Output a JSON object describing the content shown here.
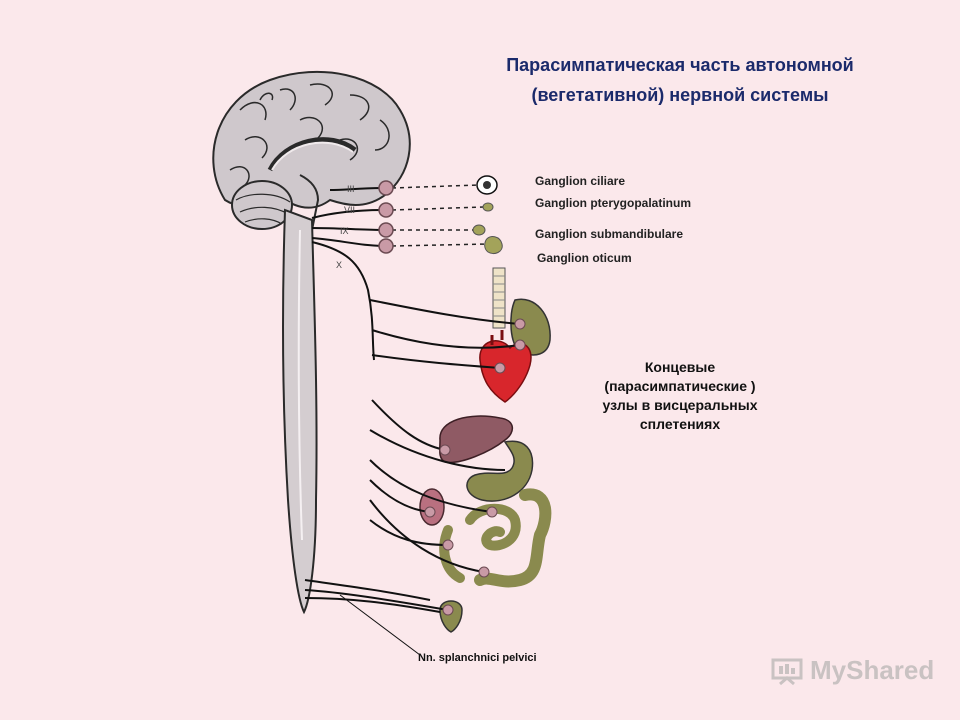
{
  "title": {
    "line1": "Парасимпатическая часть автономной",
    "line2": "(вегетативной) нервной системы"
  },
  "nerves": {
    "iii": "III",
    "vii": "VII",
    "ix": "IX",
    "x": "X"
  },
  "ganglia": {
    "ciliare": "Ganglion ciliare",
    "pterygopalatinum": "Ganglion pterygopalatinum",
    "submandibulare": "Ganglion submandibulare",
    "oticum": "Ganglion oticum"
  },
  "terminal_nodes": {
    "line1": "Концевые",
    "line2": "(парасимпатические )",
    "line3": "узлы в висцеральных",
    "line4": "сплетениях"
  },
  "pelvic_label": "Nn. splanchnici pelvici",
  "watermark": "MyShared",
  "colors": {
    "background": "#fbe8eb",
    "title": "#1b2a6b",
    "ganglion": "#c99aa6",
    "organ_green": "#8a8a4e",
    "heart": "#d8262c",
    "liver": "#8f5a64"
  }
}
